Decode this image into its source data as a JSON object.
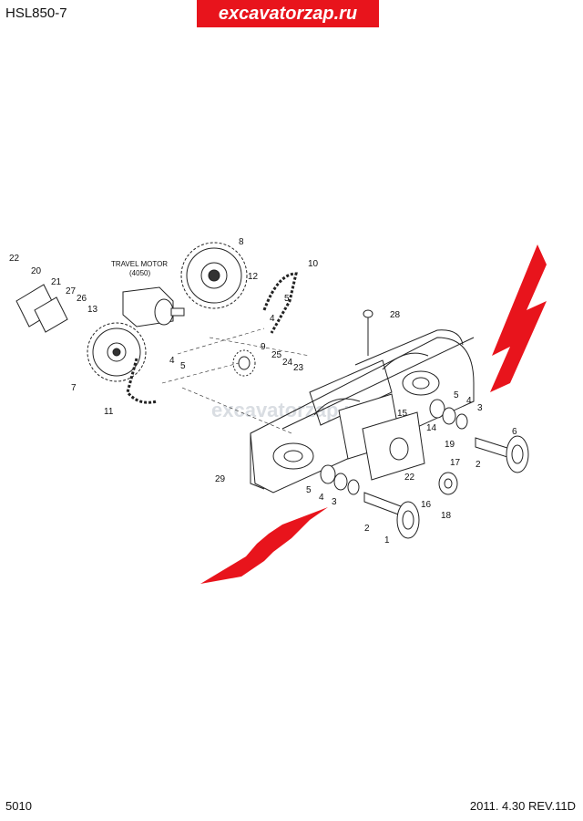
{
  "header": {
    "model": "HSL850-7",
    "brand_banner": "excavatorzap.ru"
  },
  "footer": {
    "page_number": "5010",
    "revision": "2011. 4.30  REV.11D"
  },
  "diagram": {
    "watermark": "excavatorzap.ru",
    "travel_motor_label": "TRAVEL MOTOR",
    "travel_motor_code": "(4050)",
    "callouts": [
      "1",
      "2",
      "2",
      "3",
      "3",
      "4",
      "4",
      "4",
      "4",
      "5",
      "5",
      "5",
      "5",
      "6",
      "7",
      "8",
      "9",
      "10",
      "11",
      "12",
      "13",
      "14",
      "15",
      "16",
      "17",
      "18",
      "19",
      "20",
      "21",
      "22",
      "22",
      "23",
      "24",
      "25",
      "26",
      "27",
      "28",
      "29"
    ],
    "arrow_color": "#e8141c",
    "line_color": "#222222"
  }
}
